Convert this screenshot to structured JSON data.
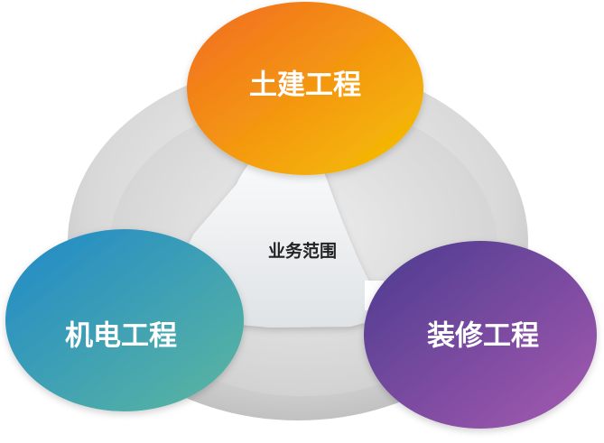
{
  "diagram": {
    "center_label": "业务范围",
    "nodes": {
      "top": {
        "label": "土建工程",
        "color_start": "#f26a22",
        "color_end": "#f5c200"
      },
      "left": {
        "label": "机电工程",
        "color_start": "#1f89c9",
        "color_end": "#5db79f"
      },
      "right": {
        "label": "装修工程",
        "color_start": "#4b3b8f",
        "color_end": "#a55ab0"
      }
    },
    "colors": {
      "background_ring": "#d8d8d8",
      "inner_shape": "#e9ecef"
    }
  }
}
